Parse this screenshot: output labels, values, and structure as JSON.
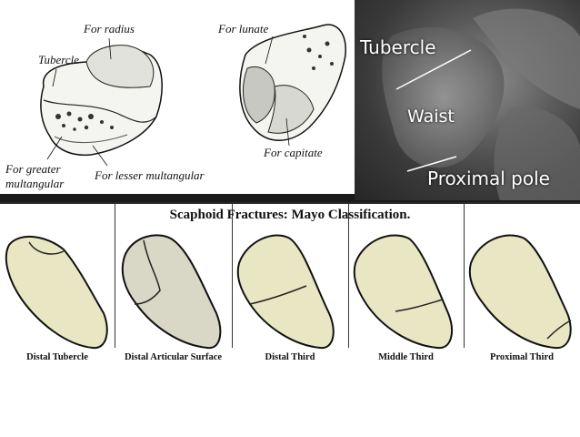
{
  "anatomy": {
    "labels": {
      "radius": "For radius",
      "tubercle": "Tubercle",
      "lunate": "For lunate",
      "capitate": "For capitate",
      "greater_line1": "For greater",
      "greater_line2": "multangular",
      "lesser": "For lesser multangular"
    }
  },
  "xray": {
    "labels": {
      "tubercle": "Tubercle",
      "waist": "Waist",
      "proximal_pole": "Proximal pole"
    }
  },
  "mayo": {
    "categories": [
      "Distal Tubercle",
      "Distal Articular Surface",
      "Distal Third",
      "Middle Third",
      "Proximal Third"
    ],
    "title": "Scaphoid Fractures: Mayo Classification."
  },
  "colors": {
    "bone_fill": "#e9e6c4",
    "xray_text": "#ffffff"
  }
}
